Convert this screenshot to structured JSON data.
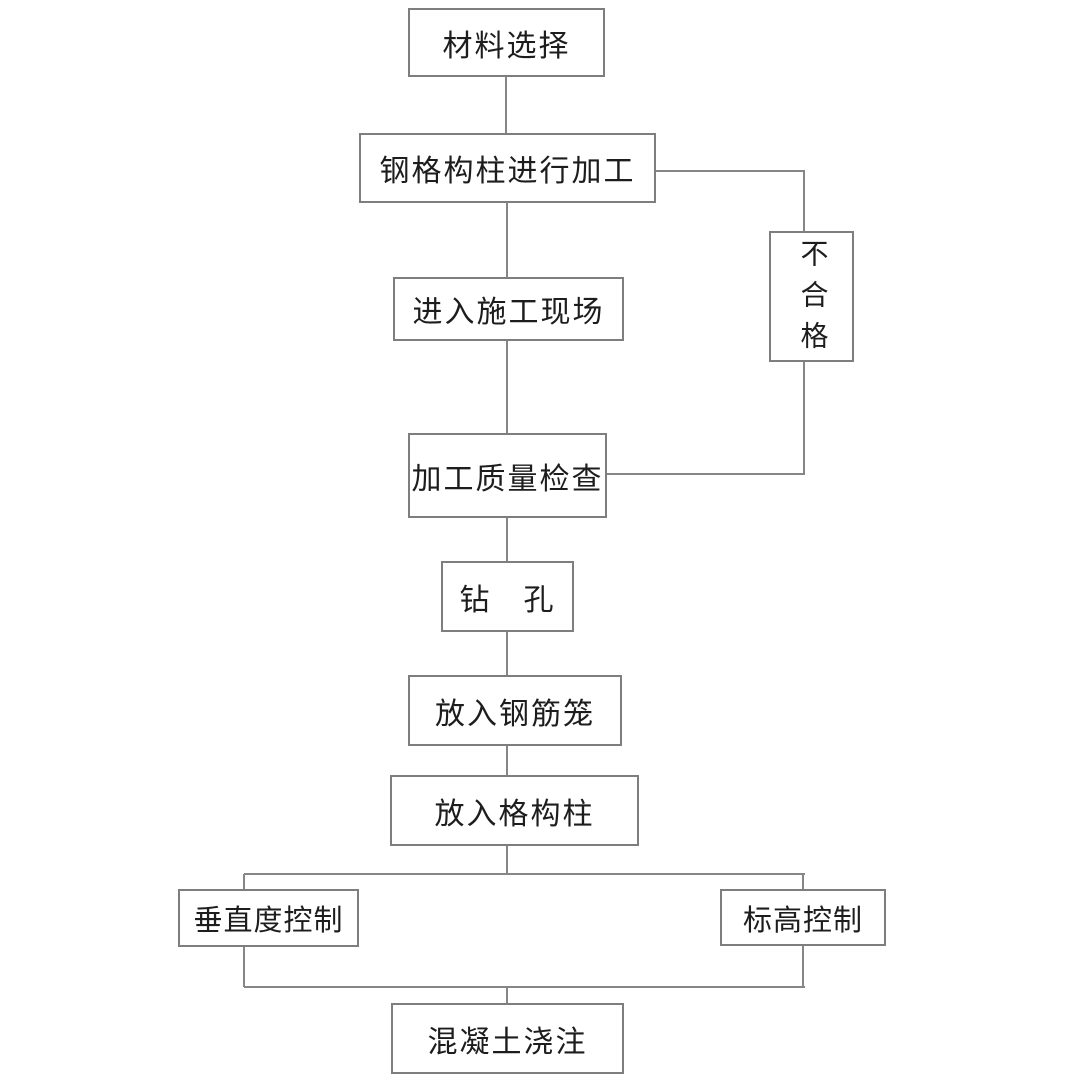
{
  "flowchart": {
    "colors": {
      "line": "#868686",
      "box_border": "#7e7e7e",
      "text": "#1d1d1d",
      "background": "#ffffff"
    },
    "nodes": [
      {
        "id": "material-selection",
        "label": "材料选择"
      },
      {
        "id": "steel-lattice-column-processing",
        "label": "钢格构柱进行加工"
      },
      {
        "id": "enter-construction-site",
        "label": "进入施工现场"
      },
      {
        "id": "processing-quality-inspection",
        "label": "加工质量检查"
      },
      {
        "id": "drilling",
        "label": "钻　孔"
      },
      {
        "id": "insert-rebar-cage",
        "label": "放入钢筋笼"
      },
      {
        "id": "insert-lattice-column",
        "label": "放入格构柱"
      },
      {
        "id": "verticality-control",
        "label": "垂直度控制"
      },
      {
        "id": "elevation-control",
        "label": "标高控制"
      },
      {
        "id": "concrete-pouring",
        "label": "混凝土浇注"
      },
      {
        "id": "unqualified",
        "label": "不合格"
      }
    ],
    "edges": [
      {
        "from": "material-selection",
        "to": "steel-lattice-column-processing"
      },
      {
        "from": "steel-lattice-column-processing",
        "to": "enter-construction-site"
      },
      {
        "from": "enter-construction-site",
        "to": "processing-quality-inspection"
      },
      {
        "from": "processing-quality-inspection",
        "to": "drilling"
      },
      {
        "from": "drilling",
        "to": "insert-rebar-cage"
      },
      {
        "from": "insert-rebar-cage",
        "to": "insert-lattice-column"
      },
      {
        "from": "insert-lattice-column",
        "to": "verticality-control"
      },
      {
        "from": "insert-lattice-column",
        "to": "elevation-control"
      },
      {
        "from": "verticality-control",
        "to": "concrete-pouring"
      },
      {
        "from": "elevation-control",
        "to": "concrete-pouring"
      },
      {
        "from": "processing-quality-inspection",
        "to": "steel-lattice-column-processing",
        "label": "不合格"
      }
    ]
  }
}
